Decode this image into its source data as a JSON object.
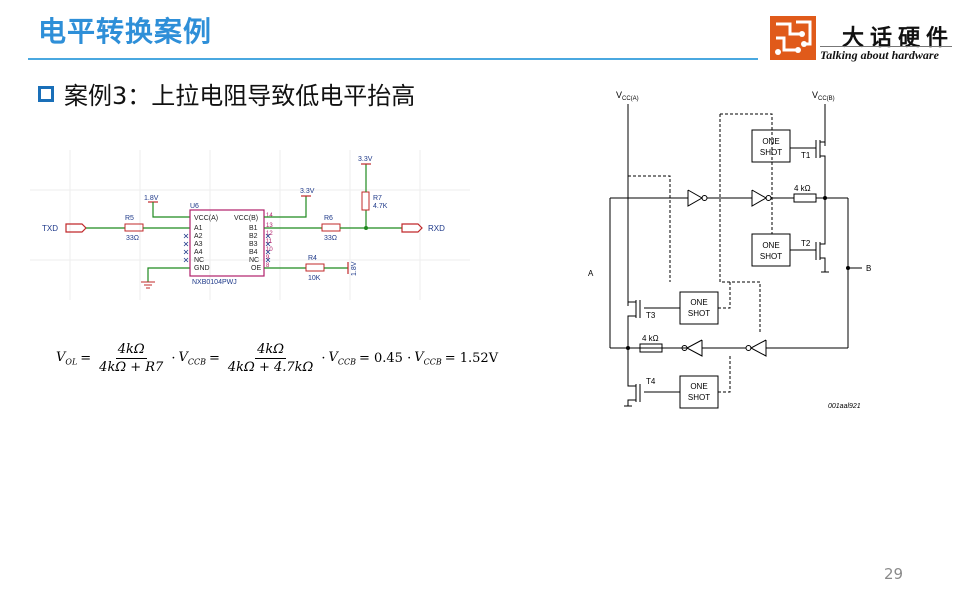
{
  "slide": {
    "title": "电平转换案例",
    "subtitle": "案例3：上拉电阻导致低电平抬高",
    "page_number": "29"
  },
  "logo": {
    "cn": "大话硬件",
    "en": "Talking about hardware"
  },
  "schematic_left": {
    "txd": "TXD",
    "rxd": "RXD",
    "r5": "R5",
    "r5_val": "33Ω",
    "r6": "R6",
    "r6_val": "33Ω",
    "r4": "R4",
    "r4_val": "10K",
    "r7": "R7",
    "r7_val": "4.7K",
    "v18_left": "1.8V",
    "v33_mid": "3.3V",
    "v33_top": "3.3V",
    "v18_r4": "1.8V",
    "u6": "U6",
    "part": "NXB0104PWJ",
    "pins_left": [
      "VCC(A)",
      "A1",
      "A2",
      "A3",
      "A4",
      "NC",
      "GND"
    ],
    "pins_right": [
      "VCC(B)",
      "B1",
      "B2",
      "B3",
      "B4",
      "NC",
      "OE"
    ],
    "pin_nums_right": [
      "14",
      "13",
      "12",
      "11",
      "10",
      "9",
      "8"
    ]
  },
  "formula": {
    "lhs": "V",
    "lhs_sub": "OL",
    "eq1": "=",
    "f1_num": "4kΩ",
    "f1_den": "4kΩ + R7",
    "dot1": "·",
    "v1": "V",
    "v1_sub": "CCB",
    "eq2": "=",
    "f2_num": "4kΩ",
    "f2_den": "4kΩ + 4.7kΩ",
    "dot2": "·",
    "v2": "V",
    "v2_sub": "CCB",
    "eq3": "= 0.45 ·",
    "v3": "V",
    "v3_sub": "CCB",
    "rhs": "= 1.52V"
  },
  "schematic_right": {
    "vcca": "V",
    "vcca_sub": "CC(A)",
    "vccb": "V",
    "vccb_sub": "CC(B)",
    "one": "ONE",
    "shot": "SHOT",
    "t1": "T1",
    "t2": "T2",
    "t3": "T3",
    "t4": "T4",
    "r_top": "4 kΩ",
    "r_bot": "4 kΩ",
    "a": "A",
    "b": "B",
    "code": "001aal921"
  },
  "colors": {
    "title": "#2e8fd8",
    "rule": "#4aa8e0",
    "wire_green": "#1f8a1f",
    "chip_outline": "#b0206a",
    "schematic_red": "#c0282a",
    "logo_orange": "#e05a1a"
  }
}
